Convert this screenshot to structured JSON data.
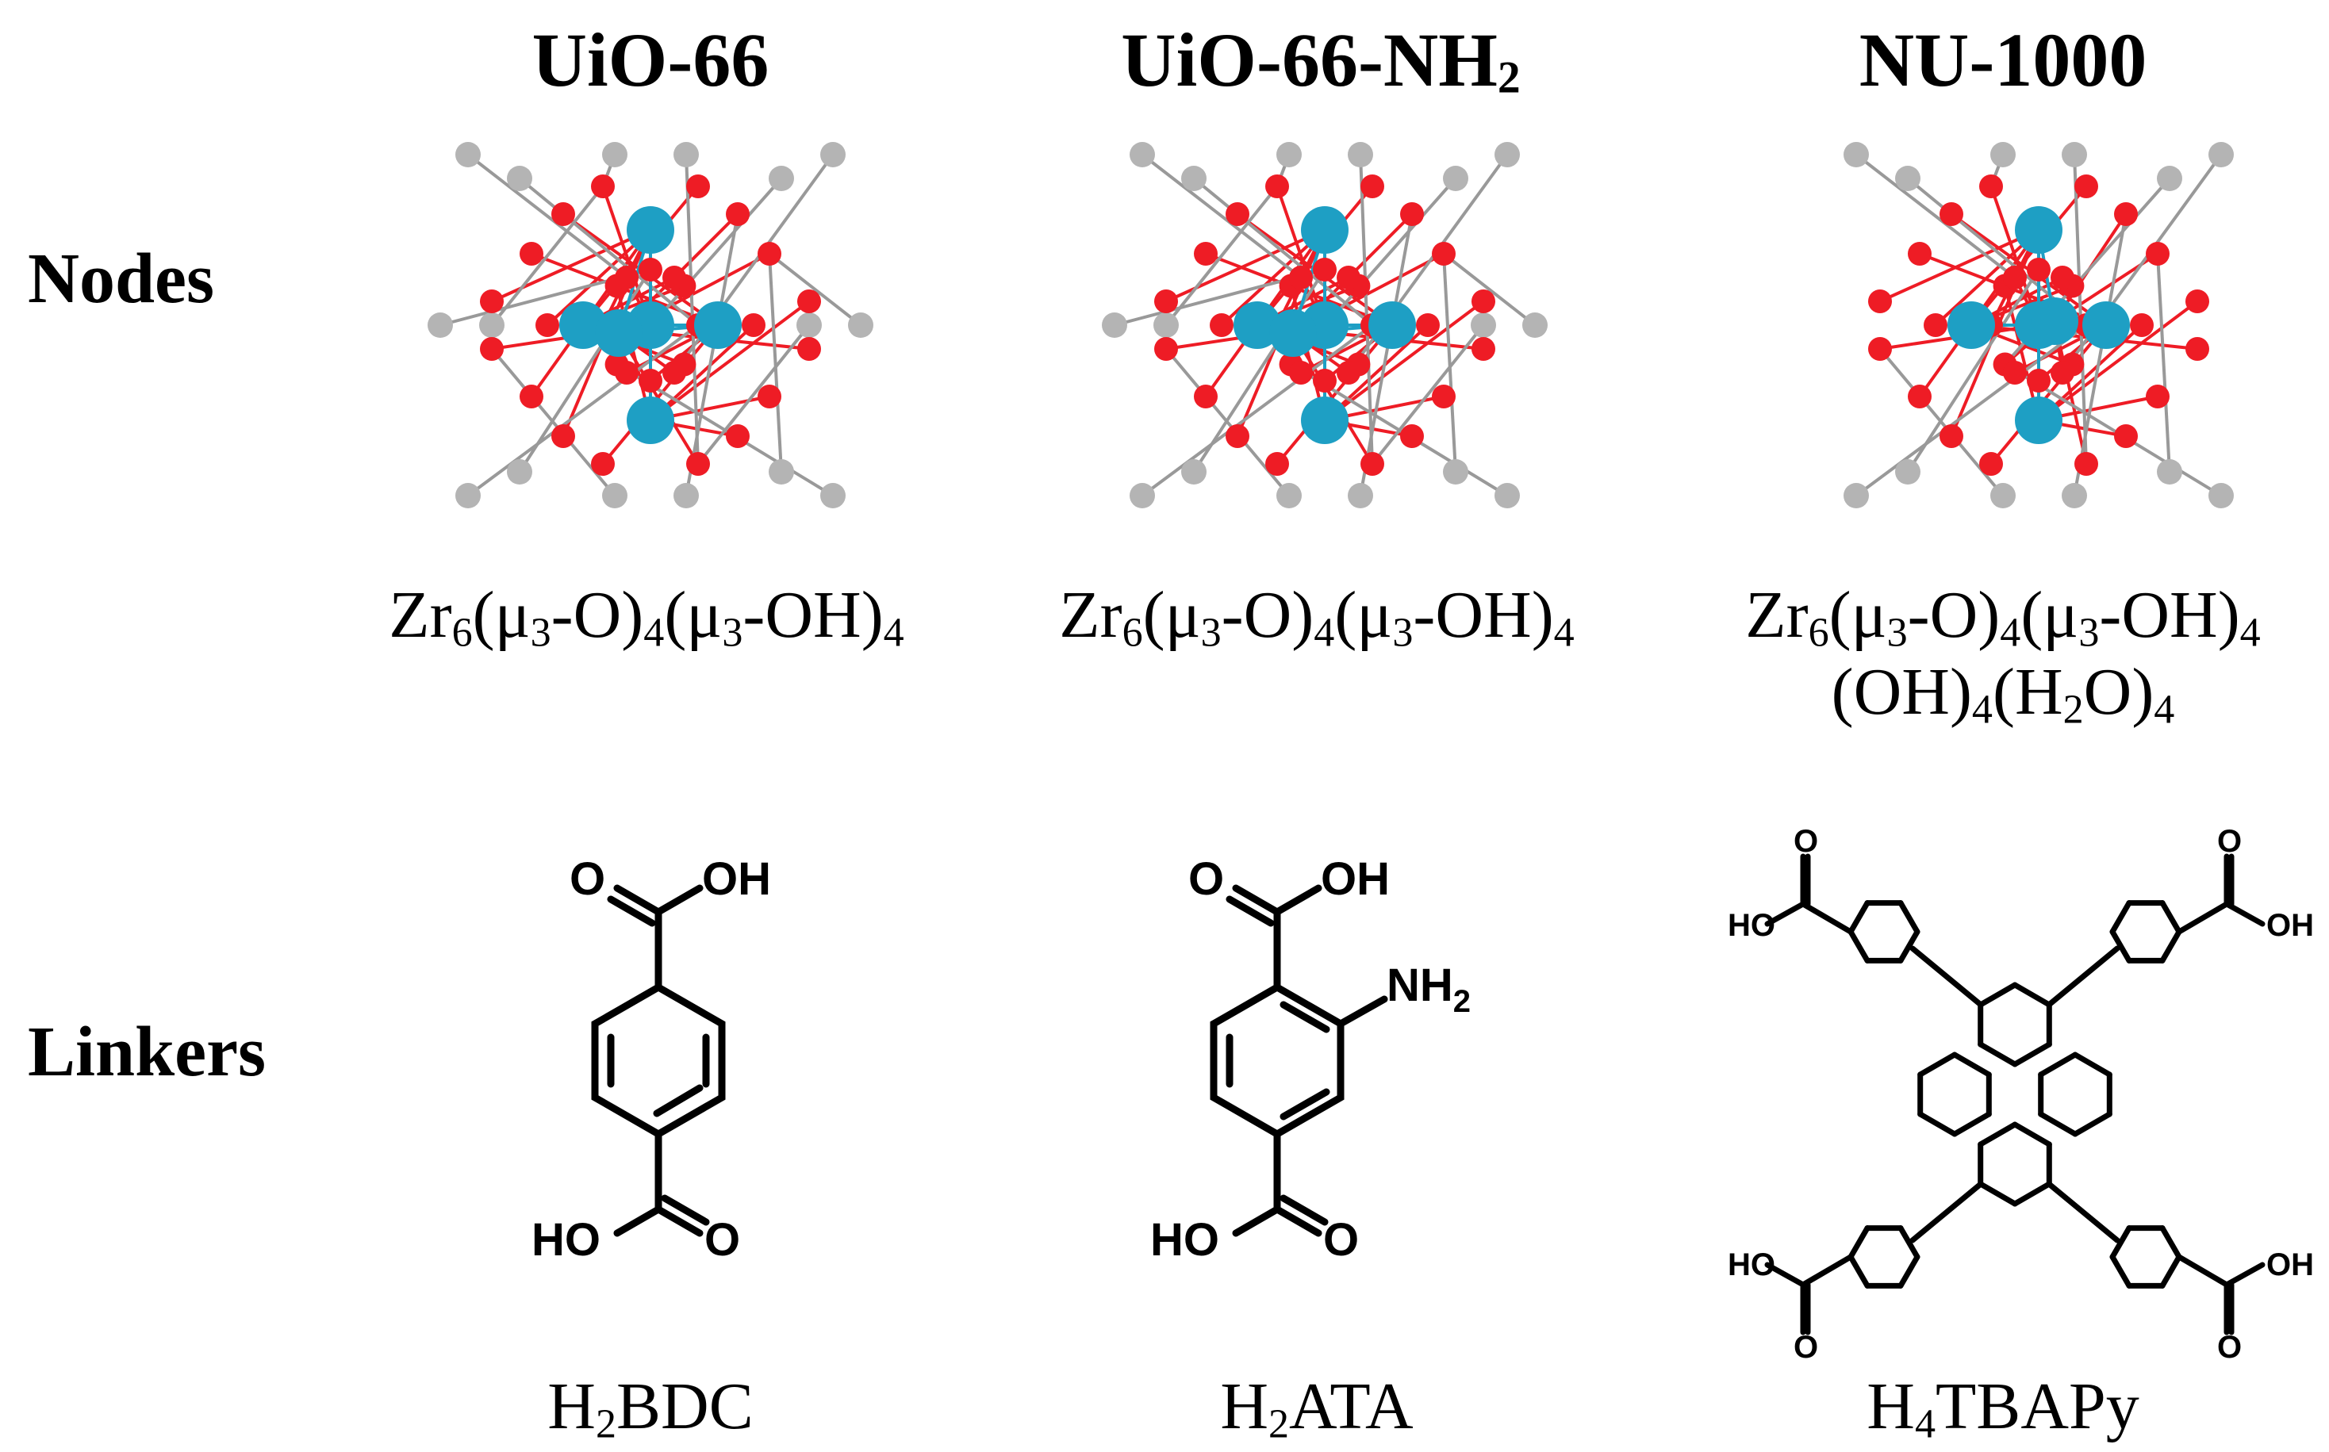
{
  "columns": [
    {
      "title_main": "UiO-66",
      "title_sub": "",
      "node_formula": [
        "Zr",
        "6",
        "(μ",
        "3",
        "-O)",
        "4",
        "(μ",
        "3",
        "-OH)",
        "4"
      ],
      "node_formula_line2": [],
      "linker_name": [
        "H",
        "2",
        "BDC"
      ]
    },
    {
      "title_main": "UiO-66-NH",
      "title_sub": "2",
      "node_formula": [
        "Zr",
        "6",
        "(μ",
        "3",
        "-O)",
        "4",
        "(μ",
        "3",
        "-OH)",
        "4"
      ],
      "node_formula_line2": [],
      "linker_name": [
        "H",
        "2",
        "ATA"
      ]
    },
    {
      "title_main": "NU-1000",
      "title_sub": "",
      "node_formula": [
        "Zr",
        "6",
        "(μ",
        "3",
        "-O)",
        "4",
        "(μ",
        "3",
        "-OH)",
        "4"
      ],
      "node_formula_line2": [
        "(OH)",
        "4",
        "(H",
        "2",
        "O)",
        "4"
      ],
      "linker_name": [
        "H",
        "4",
        "TBAPy"
      ]
    }
  ],
  "row_labels": {
    "nodes": "Nodes",
    "linkers": "Linkers"
  },
  "chem_labels": {
    "o": "O",
    "oh": "OH",
    "ho": "HO",
    "nh2_main": "NH",
    "nh2_sub": "2"
  },
  "colors": {
    "zirconium": "#1e9fc4",
    "oxygen": "#ee1c25",
    "carbon": "#b4b4b4",
    "bond": "#000000"
  }
}
